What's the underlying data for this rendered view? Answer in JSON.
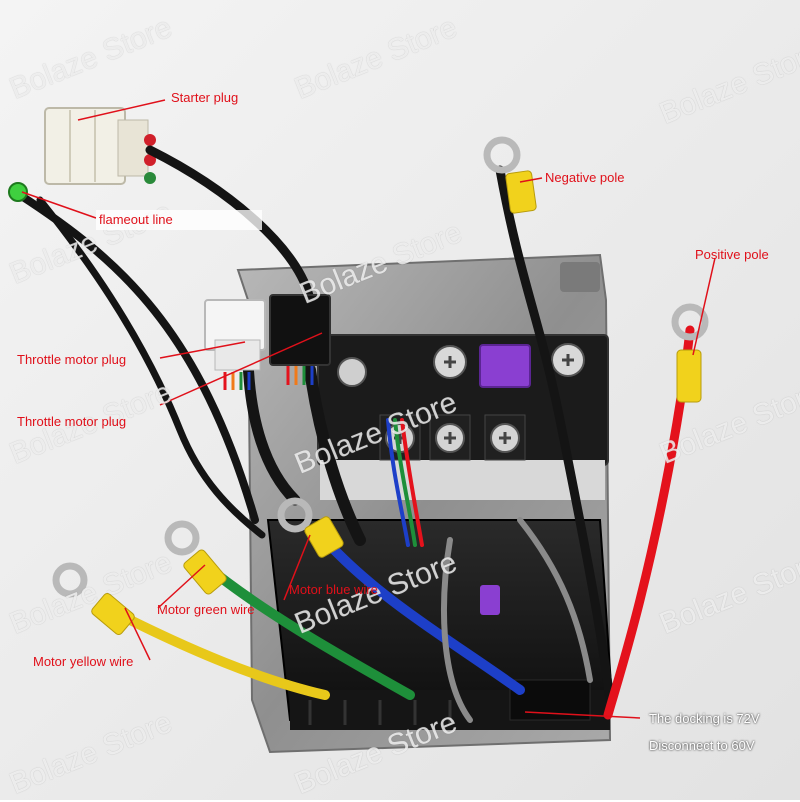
{
  "labels": {
    "starter_plug": "Starter plug",
    "flameout_line": "flameout line",
    "throttle_motor_plug_1": "Throttle motor plug",
    "throttle_motor_plug_2": "Throttle motor plug",
    "negative_pole": "Negative pole",
    "positive_pole": "Positive pole",
    "motor_blue_wire": "Motor blue wire",
    "motor_green_wire": "Motor green wire",
    "motor_yellow_wire": "Motor yellow wire",
    "docking_72v": "The docking is 72V",
    "disconnect_60v": "Disconnect to 60V"
  },
  "watermark": "Bolaze Store",
  "colors": {
    "label_text": "#e0101a",
    "pointer_line": "#e0101a",
    "wire_red": "#e4121c",
    "wire_black": "#141414",
    "wire_blue": "#1d3fc8",
    "wire_green": "#1e8f3a",
    "wire_yellow": "#e8c81a",
    "wire_grey": "#8a8a8a",
    "heatshrink_yellow": "#f1d21c",
    "controller_body": "#1a1a1a",
    "bracket_metal": "#9a9a9a",
    "fuse_purple": "#8a3fd1"
  }
}
